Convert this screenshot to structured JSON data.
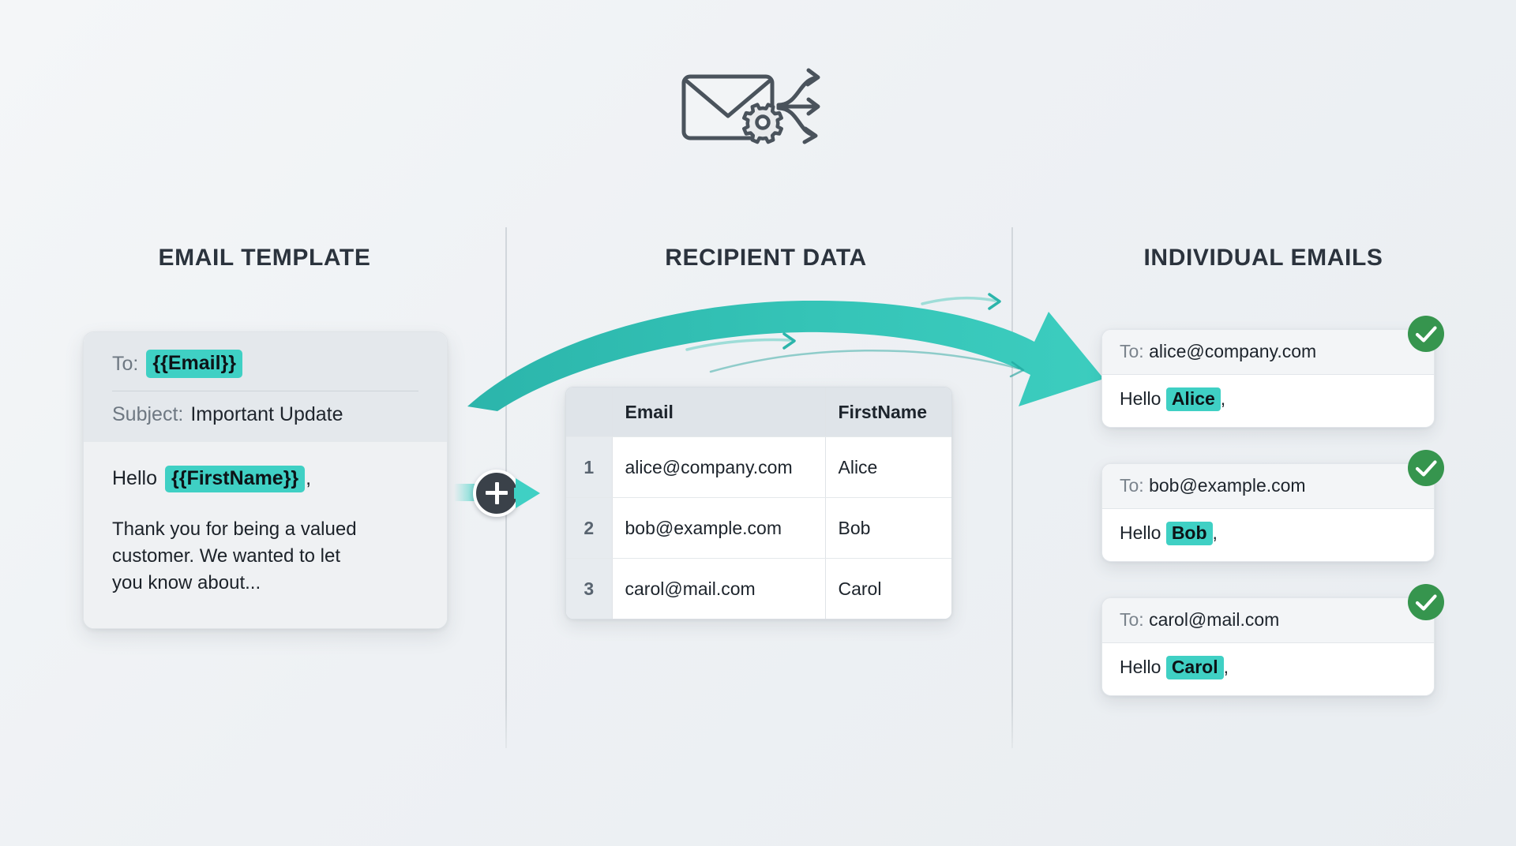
{
  "hero": {
    "icon": "envelope-with-gear-and-branching-arrows-icon"
  },
  "columns": {
    "template_heading": "EMAIL TEMPLATE",
    "recipients_heading": "RECIPIENT DATA",
    "emails_heading": "INDIVIDUAL EMAILS"
  },
  "template_card": {
    "to_label": "To:",
    "to_token": "{{Email}}",
    "subject_label": "Subject:",
    "subject_value": "Important Update",
    "greeting_prefix": "Hello",
    "greeting_token": "{{FirstName}}",
    "greeting_suffix": ",",
    "body_text": "Thank you for being a valued customer. We wanted to let you know about..."
  },
  "merge_node": {
    "icon": "plus-icon",
    "arrow_icon": "arrow-right-icon"
  },
  "flow_arrow": {
    "icon": "curved-arrow-right-icon",
    "color": "#2bb5ab"
  },
  "recipients_table": {
    "columns": [
      "",
      "Email",
      "FirstName"
    ],
    "rows": [
      {
        "num": "1",
        "email": "alice@company.com",
        "firstname": "Alice"
      },
      {
        "num": "2",
        "email": "bob@example.com",
        "firstname": "Bob"
      },
      {
        "num": "3",
        "email": "carol@mail.com",
        "firstname": "Carol"
      }
    ]
  },
  "emails": [
    {
      "to_label": "To:",
      "to_value": "alice@company.com",
      "greeting_prefix": "Hello",
      "greeting_token": "Alice",
      "greeting_suffix": ",",
      "status_icon": "check-circle-icon"
    },
    {
      "to_label": "To:",
      "to_value": "bob@example.com",
      "greeting_prefix": "Hello",
      "greeting_token": "Bob",
      "greeting_suffix": ",",
      "status_icon": "check-circle-icon"
    },
    {
      "to_label": "To:",
      "to_value": "carol@mail.com",
      "greeting_prefix": "Hello",
      "greeting_token": "Carol",
      "greeting_suffix": ",",
      "status_icon": "check-circle-icon"
    }
  ],
  "colors": {
    "accent_teal": "#3fd0c4",
    "arrow_teal": "#2bb5ab",
    "success_green": "#36954e",
    "heading_dark": "#2b333d",
    "background": "#eef1f4"
  }
}
